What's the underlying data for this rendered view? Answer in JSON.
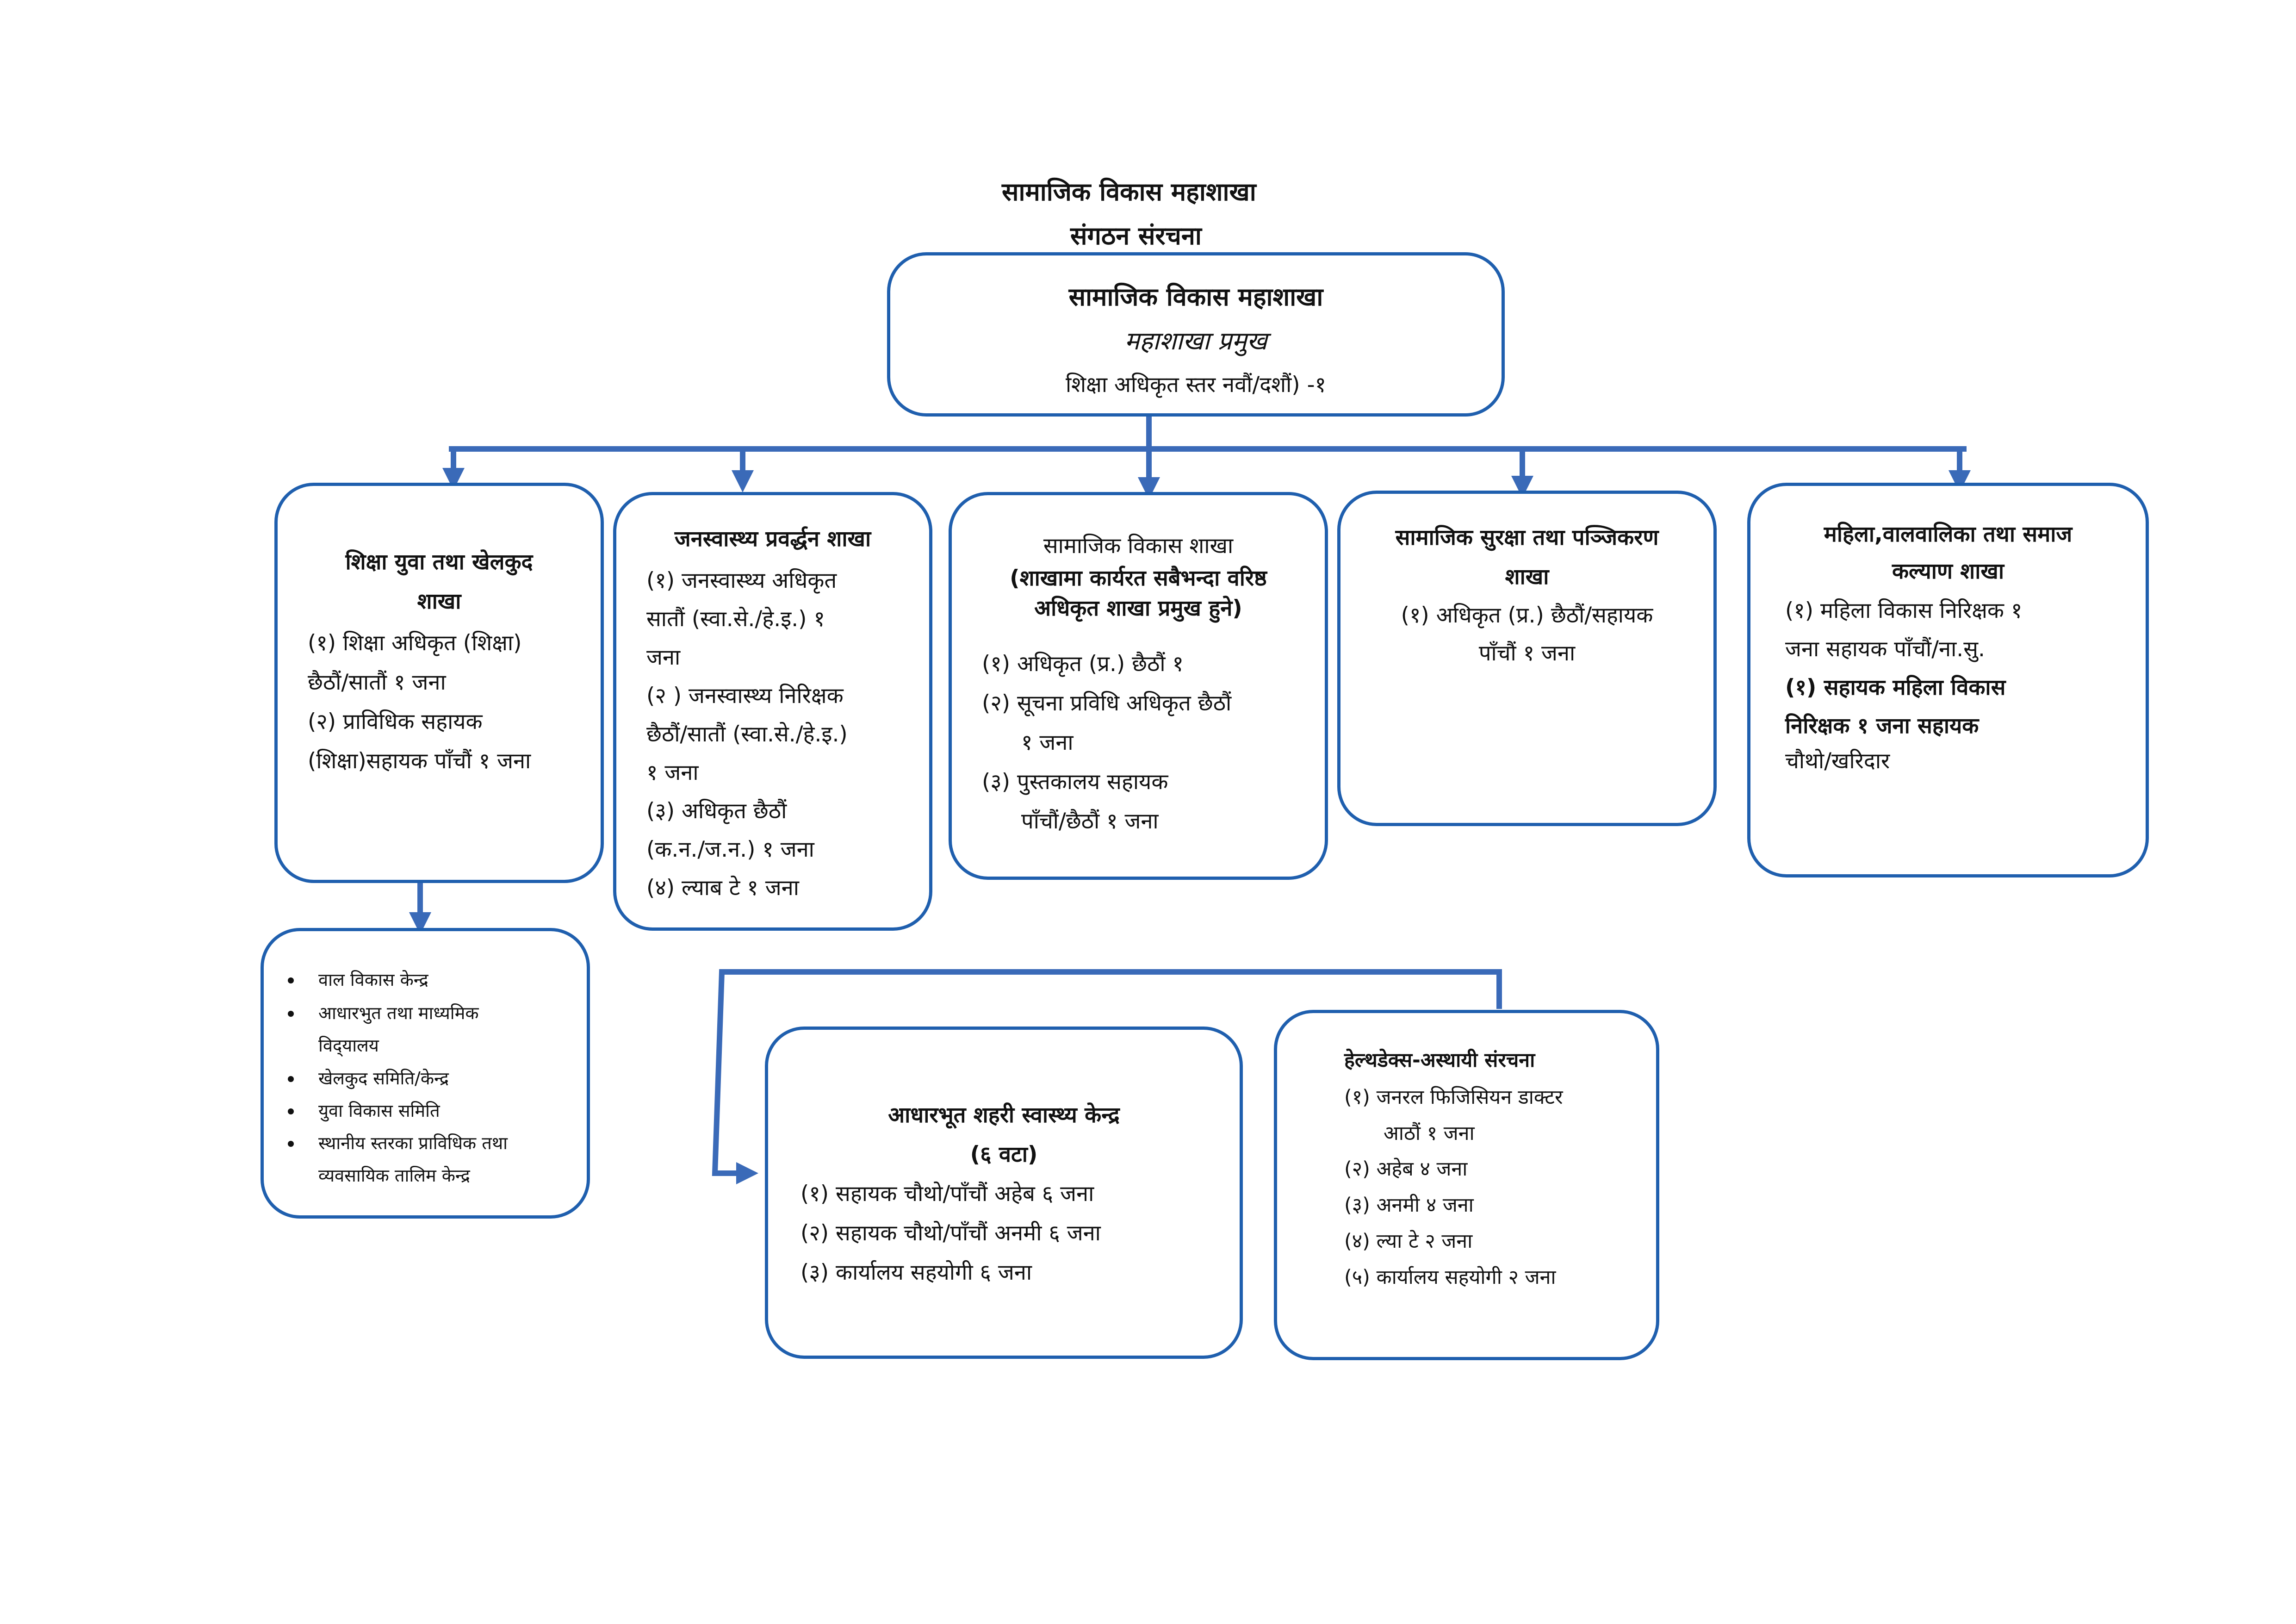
{
  "page": {
    "title_line1": "सामाजिक विकास महाशाखा",
    "title_line2": "संगठन संरचना"
  },
  "colors": {
    "box_border": "#1f5fae",
    "connector": "#3a6ab8"
  },
  "top_box": {
    "title": "सामाजिक विकास महाशाखा",
    "subtitle": "महाशाखा प्रमुख",
    "detail": "शिक्षा अधिकृत स्तर नवौं/दशौं) -१"
  },
  "branch_education": {
    "title_line1": "शिक्षा युवा तथा खेलकुद",
    "title_line2": "शाखा",
    "lines": [
      "(१) शिक्षा अधिकृत (शिक्षा)",
      "छैठौं/सातौं १ जना",
      "(२) प्राविधिक सहायक",
      "(शिक्षा)सहायक पाँचौं १ जना"
    ]
  },
  "branch_health_promotion": {
    "title": "जनस्वास्थ्य प्रवर्द्धन शाखा",
    "lines": [
      "(१) जनस्वास्थ्य अधिकृत",
      "सातौं (स्वा.से./हे.इ.) १",
      "जना",
      "(२ ) जनस्वास्थ्य निरिक्षक",
      "छैठौं/सातौं (स्वा.से./हे.इ.)",
      "१ जना",
      "(३) अधिकृत छैठौं",
      "(क.न./ज.न.) १ जना",
      "(४) ल्याब टे १ जना"
    ]
  },
  "branch_social_dev": {
    "title_line1": "सामाजिक विकास शाखा",
    "title_line2": "(शाखामा कार्यरत सबैभन्दा वरिष्ठ",
    "title_line3": "अधिकृत शाखा प्रमुख हुने)",
    "lines": [
      "(१) अधिकृत (प्र.) छैठौं १",
      "(२) सूचना प्रविधि अधिकृत छैठौं",
      "१ जना",
      "(३) पुस्तकालय सहायक",
      "पाँचौं/छैठौं १ जना"
    ]
  },
  "branch_social_security": {
    "title_line1": "सामाजिक सुरक्षा तथा पञ्जिकरण",
    "title_line2": "शाखा",
    "lines": [
      "(१) अधिकृत (प्र.) छैठौं/सहायक",
      "पाँचौं १ जना"
    ]
  },
  "branch_women": {
    "title_line1": "महिला,वालवालिका तथा समाज",
    "title_line2": "कल्याण शाखा",
    "lines": [
      "(१) महिला विकास निरिक्षक १",
      "जना सहायक पाँचौं/ना.सु.",
      "(१) सहायक महिला विकास",
      "निरिक्षक १ जना सहायक",
      "चौथो/खरिदार"
    ]
  },
  "education_units": {
    "items": [
      "वाल विकास केन्द्र",
      "आधारभुत तथा माध्यमिक",
      "विद्‌यालय",
      "खेलकुद समिति/केन्द्र",
      "युवा विकास समिति",
      "स्थानीय स्तरका प्राविधिक तथा",
      "व्यवसायिक तालिम केन्द्र"
    ]
  },
  "urban_health": {
    "title": "आधारभूत शहरी स्वास्थ्य केन्द्र",
    "count": "(६ वटा)",
    "lines": [
      "(१) सहायक चौथो/पाँचौं अहेब ६ जना",
      "(२) सहायक चौथो/पाँचौं अनमी ६ जना",
      "(३) कार्यालय सहयोगी ६ जना"
    ]
  },
  "health_desk": {
    "title": "हेल्थडेक्स-अस्थायी संरचना",
    "lines": [
      "(१) जनरल फिजिसियन डाक्टर",
      "आठौं १ जना",
      "(२) अहेब ४ जना",
      "(३) अनमी ४ जना",
      "(४) ल्या टे २ जना",
      "(५) कार्यालय सहयोगी २ जना"
    ]
  }
}
